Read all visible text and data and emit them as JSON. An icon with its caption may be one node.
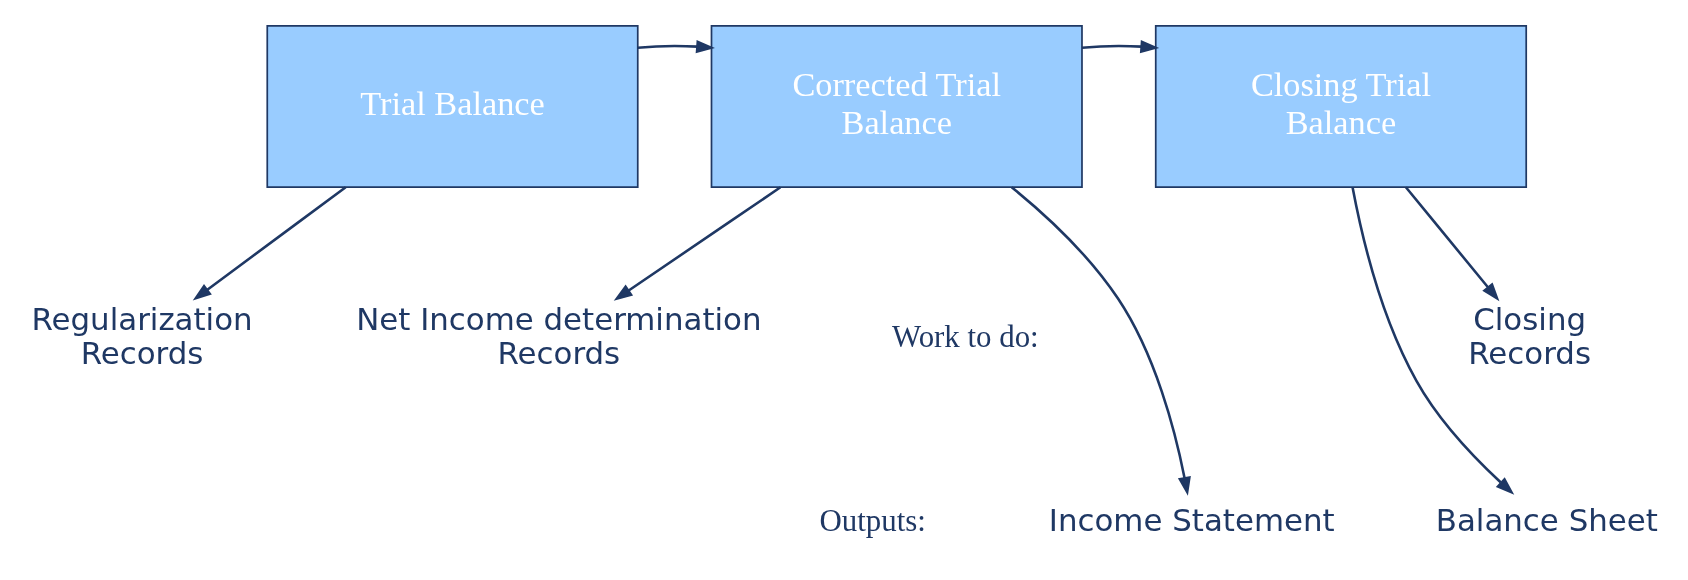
{
  "diagram": {
    "nodes": [
      {
        "text": [
          "Trial Balance"
        ]
      },
      {
        "text": [
          "Corrected Trial Balance"
        ]
      },
      {
        "text": [
          "Closing Trial Balance"
        ]
      },
      {
        "text": [
          "Regularization Records"
        ]
      },
      {
        "text": [
          "Net Income determination Records"
        ]
      },
      {
        "text": [
          "Closing Records"
        ]
      },
      {
        "text": [
          "Income Statement"
        ]
      },
      {
        "text": [
          "Balance Sheet"
        ]
      }
    ],
    "edges": [
      {
        "from": 0,
        "to": 1,
        "arrow": "to"
      },
      {
        "from": 0,
        "to": 3,
        "arrow": "to"
      },
      {
        "from": 1,
        "to": 2,
        "arrow": "to"
      },
      {
        "from": 1,
        "to": 4,
        "arrow": "to"
      },
      {
        "from": 1,
        "to": 6,
        "arrow": "to"
      },
      {
        "from": 2,
        "to": 5,
        "arrow": "to"
      },
      {
        "from": 2,
        "to": 7,
        "arrow": "to"
      }
    ],
    "labels": [
      "Work to do:",
      "Outputs:"
    ]
  }
}
